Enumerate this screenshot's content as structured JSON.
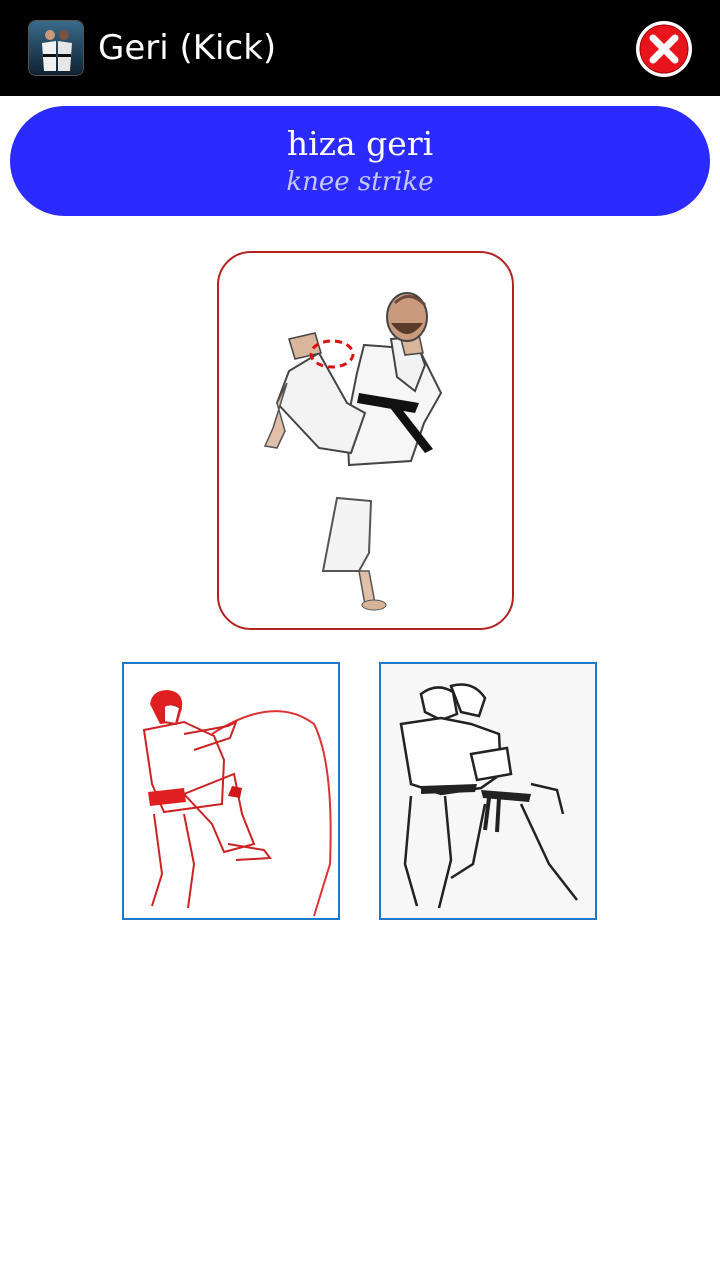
{
  "app_bar": {
    "title": "Geri (Kick)",
    "icon": "karate-app-icon",
    "close_icon": "close-x-icon",
    "close_color": "#e8141c"
  },
  "term": {
    "japanese": "hiza geri",
    "english": "knee strike",
    "pill_color": "#2b2bff"
  },
  "images": {
    "main": "knee-strike-illustration",
    "thumbnails": [
      "knee-strike-red-sketch",
      "knee-strike-clinch-sketch"
    ],
    "main_border_color": "#b22222",
    "thumb_border_color": "#1f78c8"
  }
}
